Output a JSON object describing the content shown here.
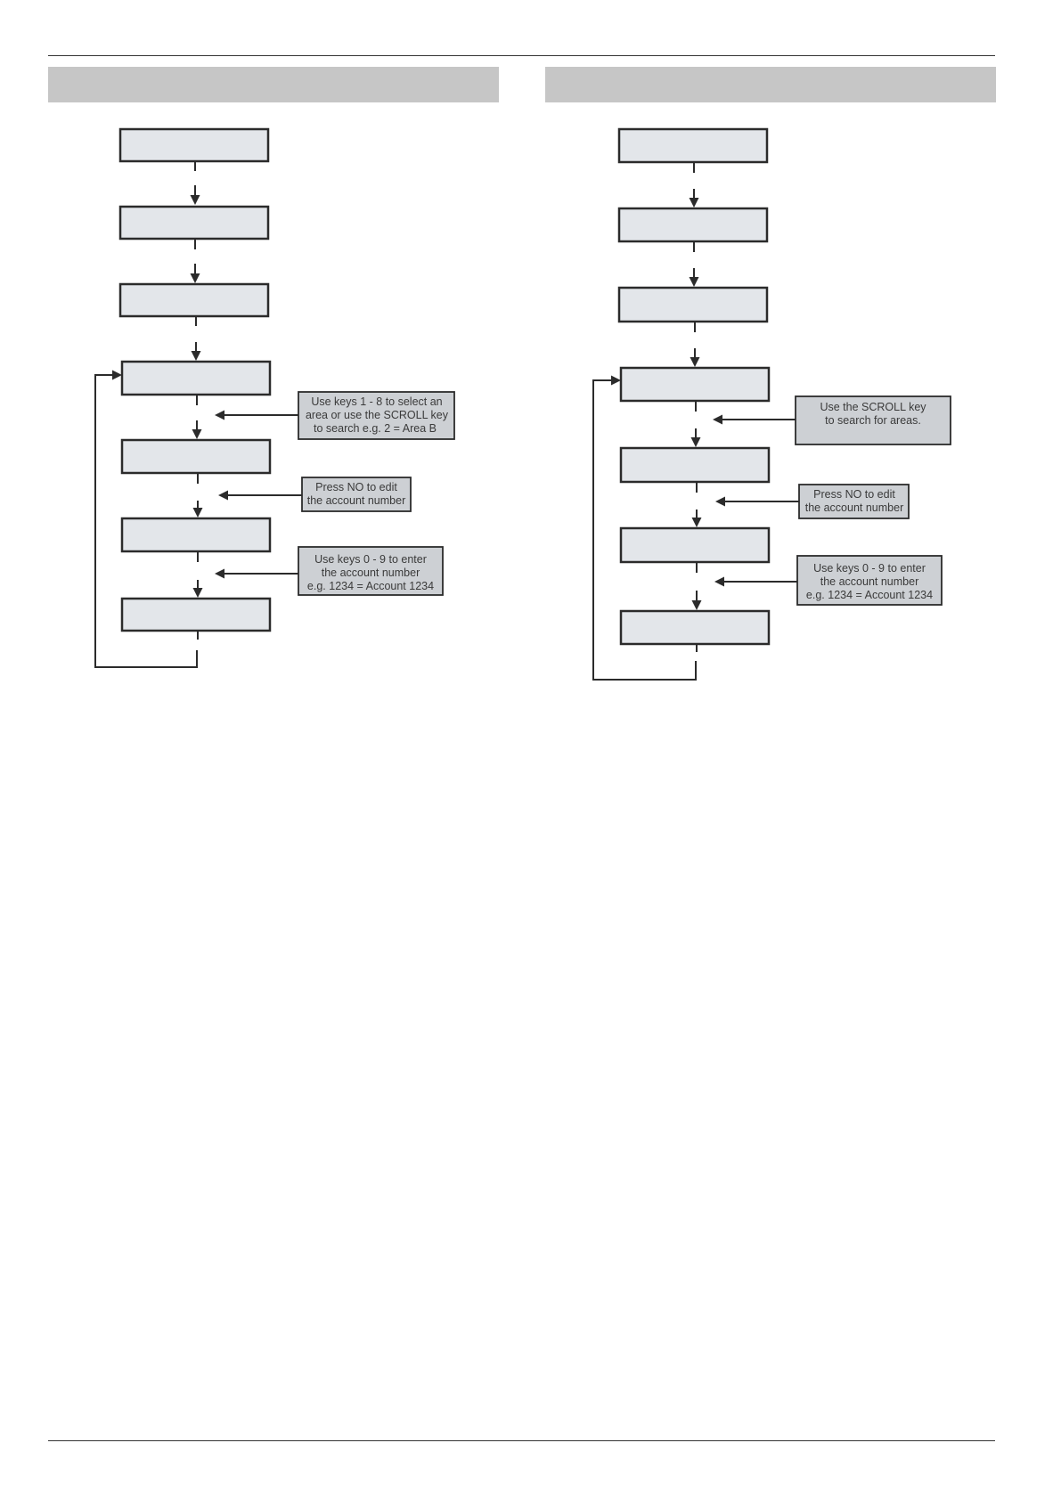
{
  "left_panel": {
    "notes": [
      {
        "lines": [
          "Use keys 1 - 8 to select an",
          "area or use the SCROLL key",
          "to search e.g. 2 = Area B"
        ]
      },
      {
        "lines": [
          "Press NO to edit",
          "the account number"
        ]
      },
      {
        "lines": [
          "Use keys 0 - 9 to enter",
          "the account number",
          "e.g. 1234 = Account 1234"
        ]
      }
    ]
  },
  "right_panel": {
    "notes": [
      {
        "lines": [
          "Use the SCROLL key",
          "to search for areas."
        ]
      },
      {
        "lines": [
          "Press NO to edit",
          "the account number"
        ]
      },
      {
        "lines": [
          "Use keys 0 - 9 to enter",
          "the account number",
          "e.g. 1234 = Account 1234"
        ]
      }
    ]
  }
}
